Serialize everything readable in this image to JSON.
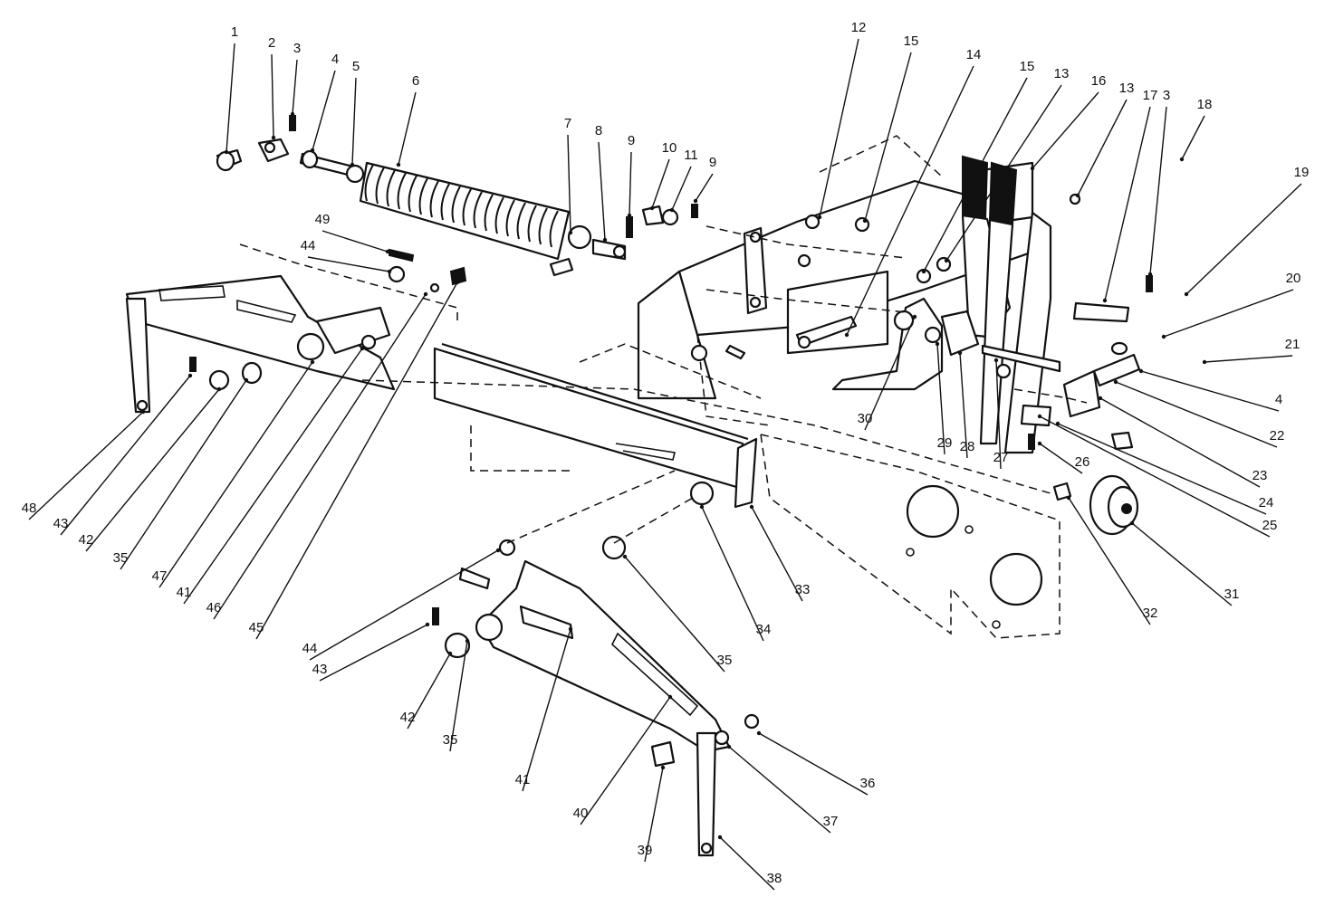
{
  "diagram": {
    "callouts": [
      {
        "id": "1",
        "label": "1"
      },
      {
        "id": "2",
        "label": "2"
      },
      {
        "id": "3a",
        "label": "3"
      },
      {
        "id": "4a",
        "label": "4"
      },
      {
        "id": "5",
        "label": "5"
      },
      {
        "id": "6",
        "label": "6"
      },
      {
        "id": "7",
        "label": "7"
      },
      {
        "id": "8",
        "label": "8"
      },
      {
        "id": "9a",
        "label": "9"
      },
      {
        "id": "10",
        "label": "10"
      },
      {
        "id": "11",
        "label": "11"
      },
      {
        "id": "9b",
        "label": "9"
      },
      {
        "id": "12",
        "label": "12"
      },
      {
        "id": "15a",
        "label": "15"
      },
      {
        "id": "14",
        "label": "14"
      },
      {
        "id": "15b",
        "label": "15"
      },
      {
        "id": "13a",
        "label": "13"
      },
      {
        "id": "16",
        "label": "16"
      },
      {
        "id": "13b",
        "label": "13"
      },
      {
        "id": "17",
        "label": "17"
      },
      {
        "id": "3b",
        "label": "3"
      },
      {
        "id": "18",
        "label": "18"
      },
      {
        "id": "19",
        "label": "19"
      },
      {
        "id": "20",
        "label": "20"
      },
      {
        "id": "21",
        "label": "21"
      },
      {
        "id": "4b",
        "label": "4"
      },
      {
        "id": "22",
        "label": "22"
      },
      {
        "id": "23",
        "label": "23"
      },
      {
        "id": "24",
        "label": "24"
      },
      {
        "id": "25",
        "label": "25"
      },
      {
        "id": "26",
        "label": "26"
      },
      {
        "id": "27",
        "label": "27"
      },
      {
        "id": "28",
        "label": "28"
      },
      {
        "id": "29",
        "label": "29"
      },
      {
        "id": "30",
        "label": "30"
      },
      {
        "id": "31",
        "label": "31"
      },
      {
        "id": "32",
        "label": "32"
      },
      {
        "id": "33",
        "label": "33"
      },
      {
        "id": "34",
        "label": "34"
      },
      {
        "id": "35a",
        "label": "35"
      },
      {
        "id": "44a",
        "label": "44"
      },
      {
        "id": "43a",
        "label": "43"
      },
      {
        "id": "42a",
        "label": "42"
      },
      {
        "id": "35b",
        "label": "35"
      },
      {
        "id": "41a",
        "label": "41"
      },
      {
        "id": "40",
        "label": "40"
      },
      {
        "id": "39",
        "label": "39"
      },
      {
        "id": "38",
        "label": "38"
      },
      {
        "id": "37",
        "label": "37"
      },
      {
        "id": "36",
        "label": "36"
      },
      {
        "id": "48",
        "label": "48"
      },
      {
        "id": "43b",
        "label": "43"
      },
      {
        "id": "42b",
        "label": "42"
      },
      {
        "id": "35c",
        "label": "35"
      },
      {
        "id": "47",
        "label": "47"
      },
      {
        "id": "41b",
        "label": "41"
      },
      {
        "id": "46",
        "label": "46"
      },
      {
        "id": "45",
        "label": "45"
      },
      {
        "id": "49",
        "label": "49"
      },
      {
        "id": "44b",
        "label": "44"
      }
    ]
  }
}
